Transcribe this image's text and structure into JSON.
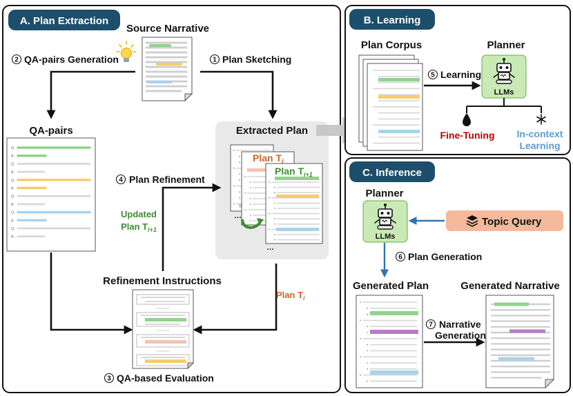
{
  "panels": {
    "extraction": "A. Plan Extraction",
    "learning": "B. Learning",
    "inference": "C. Inference"
  },
  "extraction": {
    "source_narrative": "Source Narrative",
    "qa_pairs": "QA-pairs",
    "extracted_plan": "Extracted Plan",
    "refinement_instructions": "Refinement Instructions",
    "plan_ti": "Plan T",
    "plan_ti_sub": "i",
    "plan_ti1_sub": "i+1",
    "updated": "Updated",
    "updated_plan": "Plan T",
    "ellipsis": "…",
    "steps": {
      "qa_gen": {
        "num": "2",
        "label": "QA-pairs Generation"
      },
      "sketch": {
        "num": "1",
        "label": "Plan Sketching"
      },
      "refine": {
        "num": "4",
        "label": "Plan Refinement"
      },
      "qa_eval": {
        "num": "3",
        "label": "QA-based Evaluation"
      }
    },
    "qa_rows": [
      "Q",
      "A",
      "Q",
      "A",
      "Q",
      "A",
      "Q",
      "A",
      "Q",
      "A",
      "Q",
      "A"
    ]
  },
  "learning": {
    "plan_corpus": "Plan Corpus",
    "planner": "Planner",
    "llms": "LLMs",
    "step": {
      "num": "5",
      "label": "Learning"
    },
    "fine_tuning": "Fine-Tuning",
    "in_context_1": "In-context",
    "in_context_2": "Learning"
  },
  "inference": {
    "planner": "Planner",
    "llms": "LLMs",
    "topic_query": "Topic Query",
    "step_gen": {
      "num": "6",
      "label": "Plan Generation"
    },
    "step_narr": {
      "num": "7",
      "label_1": "Narrative",
      "label_2": "Generation"
    },
    "generated_plan": "Generated Plan",
    "generated_narrative": "Generated Narrative"
  },
  "colors": {
    "header": "#1d4e6b",
    "green": "#8fd48a",
    "yellow": "#f5cd6b",
    "blue": "#a8d4ea",
    "pink": "#f2c4b0",
    "purple": "#b77cc4",
    "plan_orange": "#c9662a",
    "plan_green": "#3e8e2e",
    "fine_tuning": "#c00000",
    "in_context": "#5b9bd5",
    "topic_bg": "#f4b99b",
    "planner_bg": "#c9eab4",
    "arrow_blue": "#2e75b6"
  },
  "icons": {
    "idea": "lightbulb-icon",
    "robot": "robot-icon",
    "drop": "drop-icon",
    "snow": "snowflake-icon",
    "stack": "layers-icon",
    "loop": "loop-arrow-icon"
  }
}
